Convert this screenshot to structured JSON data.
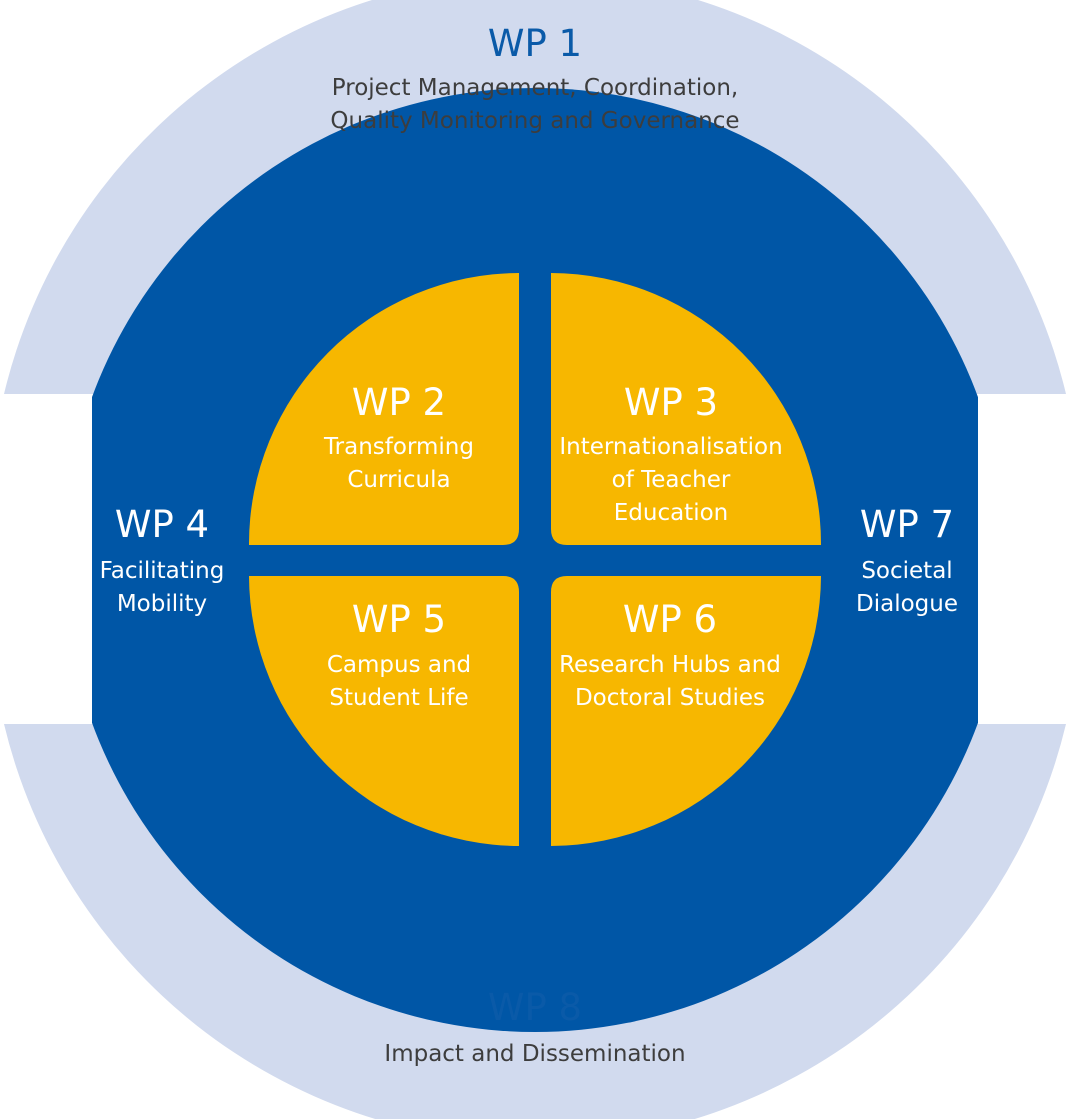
{
  "colors": {
    "outer_ring": "#d1daee",
    "blue_ring": "#0056a6",
    "yellow_quadrants": "#f7b700",
    "outer_title": "#0a5aa8",
    "outer_text": "#3d3d3d",
    "inner_text": "#ffffff"
  },
  "wp1": {
    "title": "WP 1",
    "lines": [
      "Project Management, Coordination,",
      "Quality Monitoring and Governance"
    ]
  },
  "wp2": {
    "title": "WP 2",
    "lines": [
      "Transforming",
      "Curricula"
    ]
  },
  "wp3": {
    "title": "WP 3",
    "lines": [
      "Internationalisation",
      "of Teacher",
      "Education"
    ]
  },
  "wp4": {
    "title": "WP 4",
    "lines": [
      "Facilitating",
      "Mobility"
    ]
  },
  "wp5": {
    "title": "WP 5",
    "lines": [
      "Campus and",
      "Student Life"
    ]
  },
  "wp6": {
    "title": "WP 6",
    "lines": [
      "Research Hubs and",
      "Doctoral Studies"
    ]
  },
  "wp7": {
    "title": "WP 7",
    "lines": [
      "Societal",
      "Dialogue"
    ]
  },
  "wp8": {
    "title": "WP 8",
    "lines": [
      "Impact and Dissemination"
    ]
  }
}
